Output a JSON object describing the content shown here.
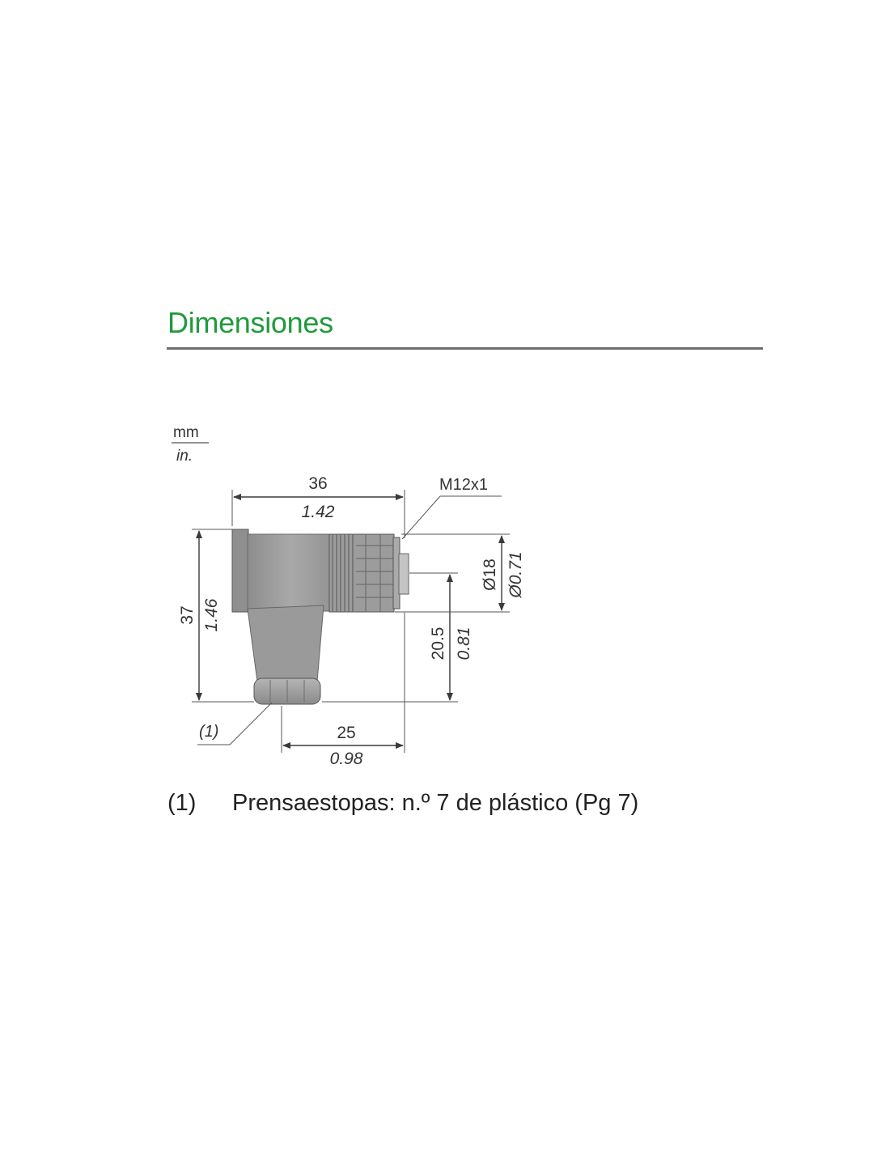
{
  "header": {
    "title": "Dimensiones",
    "accent_color": "#1f9a3c",
    "rule_color": "#6d6d6d"
  },
  "drawing": {
    "units": {
      "primary": "mm",
      "secondary": "in."
    },
    "thread_label": "M12x1",
    "dimensions": {
      "width_mm": "36",
      "width_in": "1.42",
      "height_mm": "37",
      "height_in": "1.46",
      "diameter_mm": "Ø18",
      "diameter_in": "Ø0.71",
      "axis_height_mm": "20.5",
      "axis_height_in": "0.81",
      "offset_mm": "25",
      "offset_in": "0.98"
    },
    "callout": "(1)"
  },
  "note": {
    "ref": "(1)",
    "text": "Prensaestopas: n.º 7 de plástico (Pg 7)"
  }
}
